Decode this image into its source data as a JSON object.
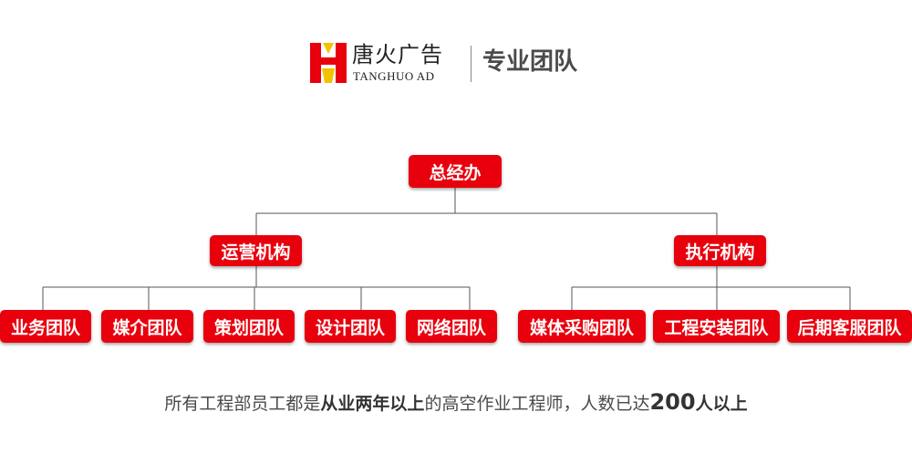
{
  "header": {
    "brand_cn": "唐火广告",
    "brand_en": "TANGHUO AD",
    "title": "专业团队",
    "colors": {
      "logo_red": "#e8000d",
      "logo_yellow": "#f2c200"
    }
  },
  "org": {
    "root": "总经办",
    "branches": [
      {
        "label": "运营机构",
        "children": [
          "业务团队",
          "媒介团队",
          "策划团队",
          "设计团队",
          "网络团队"
        ]
      },
      {
        "label": "执行机构",
        "children": [
          "媒体采购团队",
          "工程安装团队",
          "后期客服团队"
        ]
      }
    ]
  },
  "footer": {
    "part1": "所有工程部员工都是",
    "part2": "从业两年以上",
    "part3": "的高空作业工程师，人数已达",
    "number": "200",
    "part4": "人以上"
  },
  "colors": {
    "node_red": "#e8000d",
    "line": "#555555"
  }
}
